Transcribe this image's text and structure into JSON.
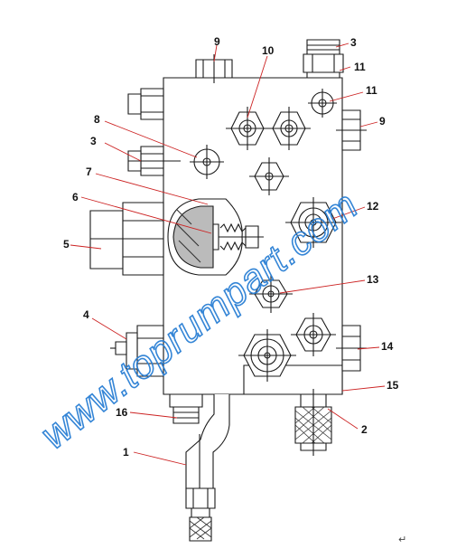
{
  "callouts": {
    "c1": "1",
    "c2": "2",
    "c3a": "3",
    "c3b": "3",
    "c4": "4",
    "c5": "5",
    "c6": "6",
    "c7": "7",
    "c8": "8",
    "c9a": "9",
    "c9b": "9",
    "c10": "10",
    "c11a": "11",
    "c11b": "11",
    "c12": "12",
    "c13": "13",
    "c14": "14",
    "c15": "15",
    "c16": "16"
  },
  "watermark": "www.toprumpart.com",
  "return_mark": "↵",
  "colors": {
    "line": "#1a1a1a",
    "leader": "#cc2222",
    "watermark": "#2a7fd4"
  }
}
